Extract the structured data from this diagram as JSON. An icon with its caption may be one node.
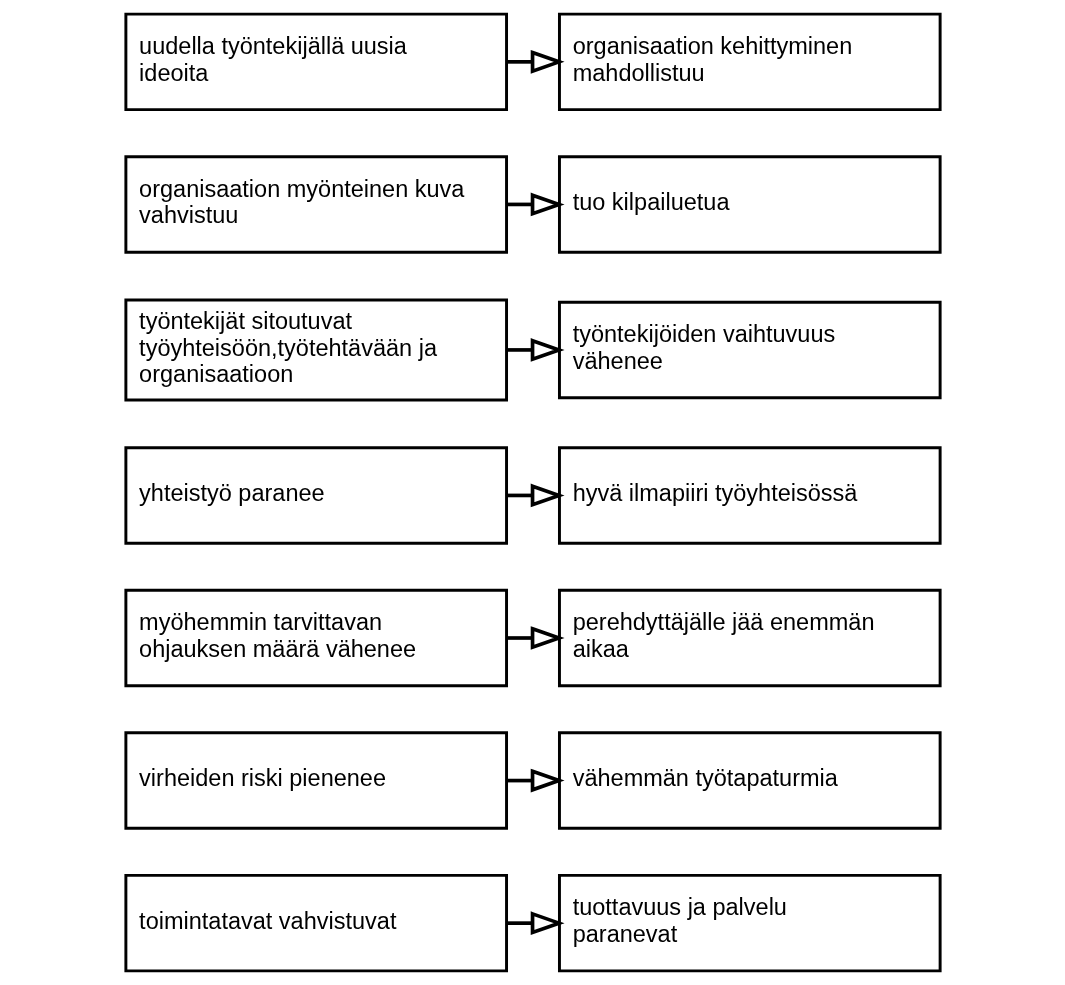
{
  "diagram": {
    "nodes": [
      {
        "text": [
          "toimintatavat vahvistuvat"
        ]
      },
      {
        "text": [
          "tuottavuus ja palvelu paranevat"
        ]
      },
      {
        "text": [
          "virheiden riski pienenee"
        ]
      },
      {
        "text": [
          "vähemmän työtapaturmia"
        ]
      },
      {
        "text": [
          "myöhemmin tarvittavan ohjauksen määrä vähenee"
        ]
      },
      {
        "text": [
          "perehdyttäjälle jää enemmän aikaa"
        ]
      },
      {
        "text": [
          "yhteistyö paranee"
        ]
      },
      {
        "text": [
          "hyvä ilmapiiri työyhteisössä"
        ]
      },
      {
        "text": [
          "työntekijät sitoutuvat työyhteisöön,työtehtävään ja organisaatioon"
        ]
      },
      {
        "text": [
          "työntekijöiden vaihtuvuus vähenee"
        ]
      },
      {
        "text": [
          "organisaation myönteinen kuva vahvistuu"
        ]
      },
      {
        "text": [
          "tuo kilpailuetua"
        ]
      },
      {
        "text": [
          "uudella työntekijällä uusia ideoita"
        ]
      },
      {
        "text": [
          "organisaation kehittyminen mahdollistuu"
        ]
      }
    ],
    "edges": [
      {
        "from": 0,
        "to": 1,
        "arrow": "to"
      },
      {
        "from": 2,
        "to": 3,
        "arrow": "to"
      },
      {
        "from": 4,
        "to": 5,
        "arrow": "to"
      },
      {
        "from": 6,
        "to": 7,
        "arrow": "to"
      },
      {
        "from": 8,
        "to": 9,
        "arrow": "to"
      },
      {
        "from": 10,
        "to": 11,
        "arrow": "to"
      },
      {
        "from": 12,
        "to": 13,
        "arrow": "to"
      }
    ]
  }
}
